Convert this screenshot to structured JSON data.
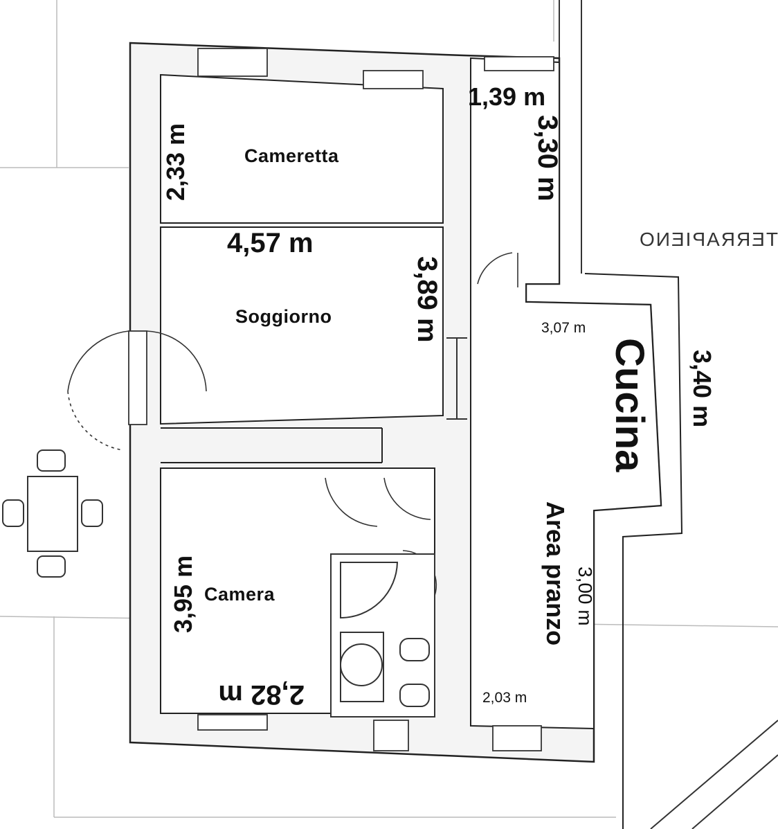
{
  "rooms": {
    "cameretta": "Cameretta",
    "soggiorno": "Soggiorno",
    "camera": "Camera",
    "cucina": "Cucina",
    "area_pranzo": "Area pranzo"
  },
  "outside": {
    "terrapieno": "TERRAPIENO"
  },
  "dimensions": {
    "corridor_width": "1,39 m",
    "corridor_length": "3,30 m",
    "cameretta_depth": "2,33 m",
    "soggiorno_width": "4,57 m",
    "soggiorno_depth": "3,89 m",
    "cucina_width": "3,07 m",
    "cucina_length": "3,40 m",
    "pranzo_length": "3,00 m",
    "pranzo_width": "2,03 m",
    "camera_depth": "3,95 m",
    "camera_width": "2,82 m"
  }
}
